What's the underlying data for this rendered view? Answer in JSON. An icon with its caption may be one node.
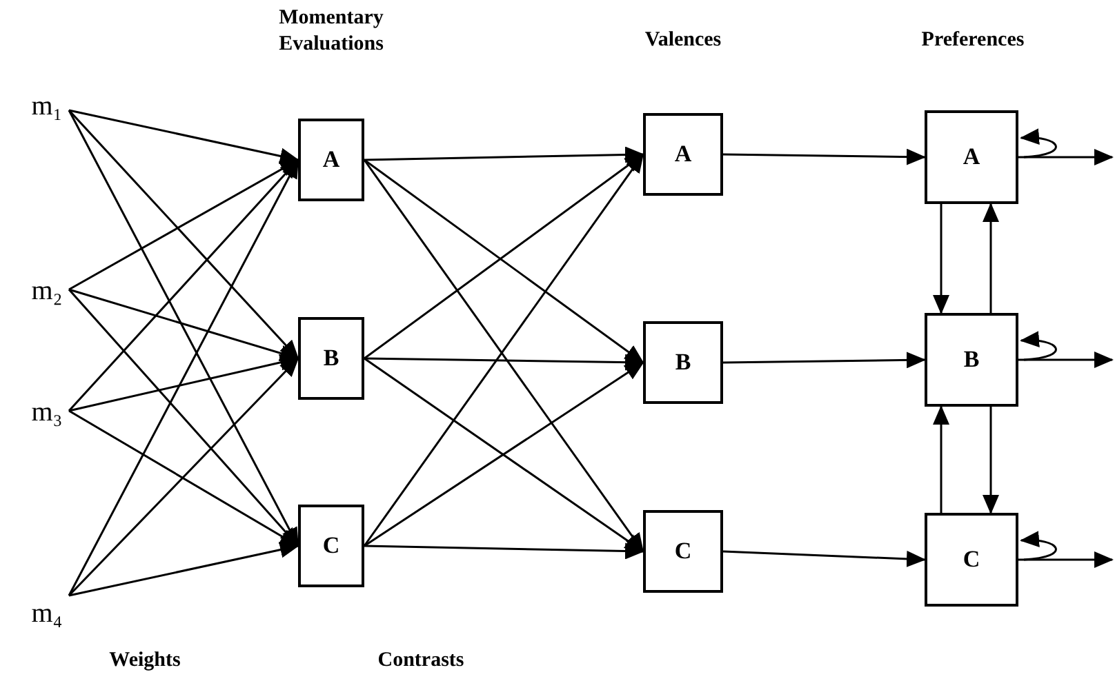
{
  "diagram": {
    "nodes": [
      {
        "text": [
          "m₁"
        ]
      },
      {
        "text": [
          "m₂"
        ]
      },
      {
        "text": [
          "m₃"
        ]
      },
      {
        "text": [
          "m₄"
        ]
      },
      {
        "text": [
          "A"
        ]
      },
      {
        "text": [
          "B"
        ]
      },
      {
        "text": [
          "C"
        ]
      },
      {
        "text": [
          "A"
        ]
      },
      {
        "text": [
          "B"
        ]
      },
      {
        "text": [
          "C"
        ]
      },
      {
        "text": [
          "A"
        ]
      },
      {
        "text": [
          "B"
        ]
      },
      {
        "text": [
          "C"
        ]
      }
    ],
    "edges": [
      {
        "from": 0,
        "to": 4,
        "arrow": "to"
      },
      {
        "from": 0,
        "to": 5,
        "arrow": "to"
      },
      {
        "from": 0,
        "to": 6,
        "arrow": "to"
      },
      {
        "from": 1,
        "to": 4,
        "arrow": "to"
      },
      {
        "from": 1,
        "to": 5,
        "arrow": "to"
      },
      {
        "from": 1,
        "to": 6,
        "arrow": "to"
      },
      {
        "from": 2,
        "to": 4,
        "arrow": "to"
      },
      {
        "from": 2,
        "to": 5,
        "arrow": "to"
      },
      {
        "from": 2,
        "to": 6,
        "arrow": "to"
      },
      {
        "from": 3,
        "to": 4,
        "arrow": "to"
      },
      {
        "from": 3,
        "to": 5,
        "arrow": "to"
      },
      {
        "from": 3,
        "to": 6,
        "arrow": "to"
      },
      {
        "from": 4,
        "to": 7,
        "arrow": "to"
      },
      {
        "from": 4,
        "to": 8,
        "arrow": "to"
      },
      {
        "from": 4,
        "to": 9,
        "arrow": "to"
      },
      {
        "from": 5,
        "to": 7,
        "arrow": "to"
      },
      {
        "from": 5,
        "to": 8,
        "arrow": "to"
      },
      {
        "from": 5,
        "to": 9,
        "arrow": "to"
      },
      {
        "from": 6,
        "to": 7,
        "arrow": "to"
      },
      {
        "from": 6,
        "to": 8,
        "arrow": "to"
      },
      {
        "from": 6,
        "to": 9,
        "arrow": "to"
      },
      {
        "from": 7,
        "to": 10,
        "arrow": "to"
      },
      {
        "from": 8,
        "to": 11,
        "arrow": "to"
      },
      {
        "from": 9,
        "to": 12,
        "arrow": "to"
      },
      {
        "from": 10,
        "to": 11,
        "arrow": "to"
      },
      {
        "from": 11,
        "to": 10,
        "arrow": "to"
      },
      {
        "from": 11,
        "to": 12,
        "arrow": "to"
      },
      {
        "from": 12,
        "to": 11,
        "arrow": "to"
      },
      {
        "from": 10,
        "to": 10,
        "arrow": "to"
      },
      {
        "from": 11,
        "to": 11,
        "arrow": "to"
      },
      {
        "from": 12,
        "to": 12,
        "arrow": "to"
      },
      {
        "from": 10,
        "to": null,
        "arrow": "to"
      },
      {
        "from": 11,
        "to": null,
        "arrow": "to"
      },
      {
        "from": 12,
        "to": null,
        "arrow": "to"
      }
    ],
    "labels": [
      "Momentary Evaluations",
      "Valences",
      "Preferences",
      "Weights",
      "Contrasts"
    ]
  }
}
